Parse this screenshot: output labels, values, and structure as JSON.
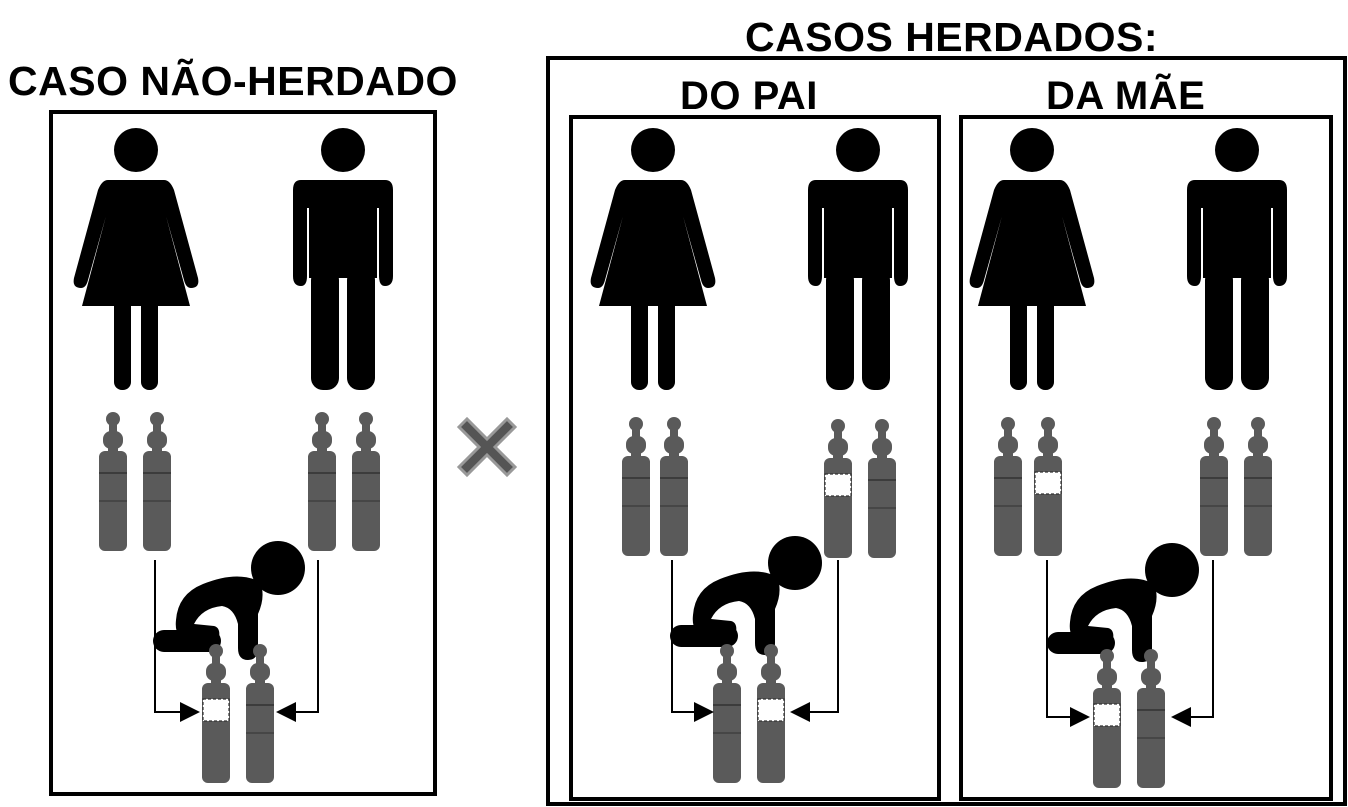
{
  "titles": {
    "non_inherited": "CASO NÃO-HERDADO",
    "inherited": "CASOS HERDADOS:",
    "from_father": "DO PAI",
    "from_mother": "DA MÃE"
  },
  "colors": {
    "figure": "#000000",
    "chromosome": "#5a5a5a",
    "frame": "#000000",
    "cross": "#555555",
    "deletion": "#ffffff"
  },
  "icons": [
    "woman-icon",
    "man-icon",
    "baby-icon",
    "chromosome-icon",
    "arrow-icon",
    "cross-icon"
  ],
  "panels": [
    {
      "id": "non-inherited",
      "mother_deleted": false,
      "father_deleted": false,
      "child_deleted": [
        true,
        false
      ]
    },
    {
      "id": "from-father",
      "mother_deleted": false,
      "father_deleted": true,
      "child_deleted": [
        false,
        true
      ]
    },
    {
      "id": "from-mother",
      "mother_deleted": false,
      "mother_second_deleted": true,
      "father_deleted": false,
      "child_deleted": [
        true,
        false
      ]
    }
  ]
}
